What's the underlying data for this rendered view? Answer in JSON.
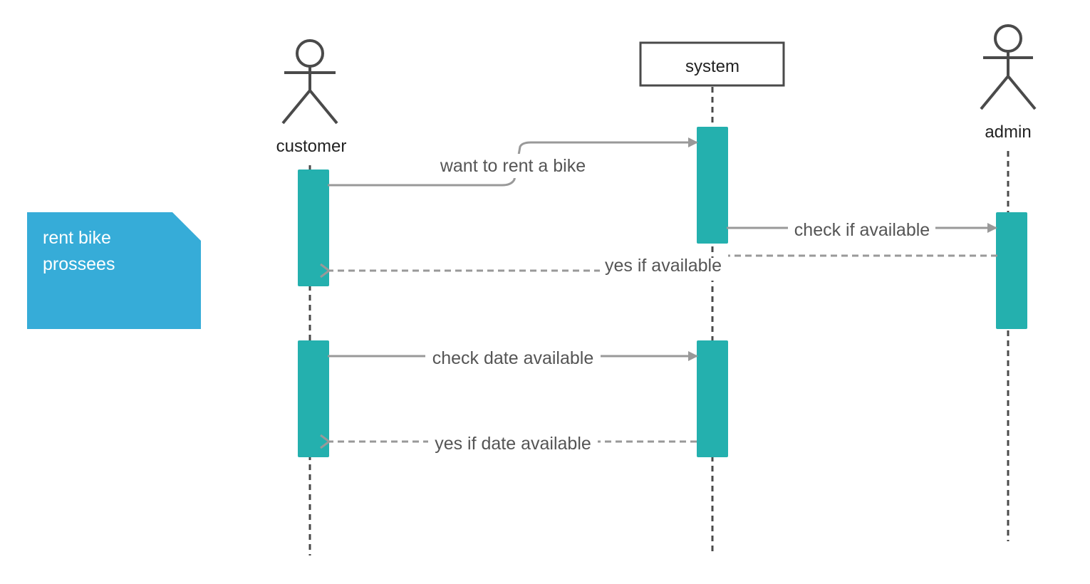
{
  "participants": {
    "customer": {
      "label": "customer",
      "kind": "actor"
    },
    "system": {
      "label": "system",
      "kind": "object"
    },
    "admin": {
      "label": "admin",
      "kind": "actor"
    }
  },
  "messages": [
    {
      "label": "want to rent a bike",
      "from": "customer",
      "to": "system",
      "style": "solid"
    },
    {
      "label": "check if available",
      "from": "system",
      "to": "admin",
      "style": "solid"
    },
    {
      "label": "yes if available",
      "from": "admin",
      "to": "customer",
      "style": "dashed"
    },
    {
      "label": "check date available",
      "from": "customer",
      "to": "system",
      "style": "solid"
    },
    {
      "label": "yes if date available",
      "from": "system",
      "to": "customer",
      "style": "dashed"
    }
  ],
  "note": {
    "lines": [
      "rent bike",
      "prossees"
    ]
  },
  "colors": {
    "activation": "#24B0AE",
    "note": "#36ACD8",
    "lifeline": "#4A4A4A",
    "arrow": "#999999",
    "label": "#555555"
  }
}
